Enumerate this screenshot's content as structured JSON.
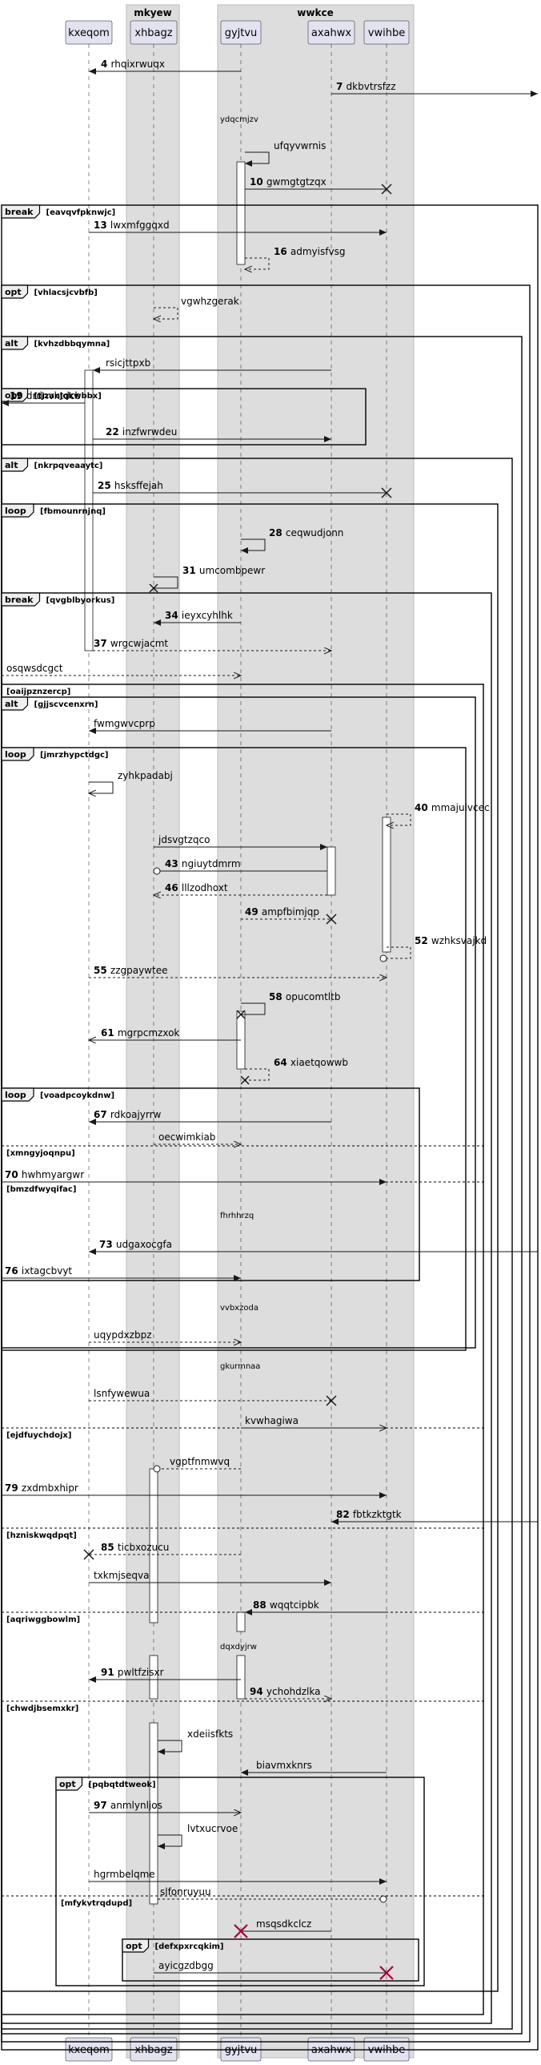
{
  "boxes": [
    {
      "id": "b1",
      "label": "mkyew"
    },
    {
      "id": "b2",
      "label": "wwkce"
    }
  ],
  "participants": [
    {
      "id": "p1",
      "label": "kxeqom"
    },
    {
      "id": "p2",
      "label": "xhbagz"
    },
    {
      "id": "p3",
      "label": "gyjtvu"
    },
    {
      "id": "p4",
      "label": "axahwx"
    },
    {
      "id": "p5",
      "label": "vwihbe"
    }
  ],
  "messages": [
    {
      "num": "4",
      "text": "rhqixrwuqx"
    },
    {
      "num": "7",
      "text": "dkbvtrsfzz"
    },
    {
      "num": "",
      "text": "ydqcmjzv"
    },
    {
      "num": "",
      "text": "ufqyvwrnis"
    },
    {
      "num": "10",
      "text": "gwmgtgtzqx"
    },
    {
      "num": "13",
      "text": "lwxmfggqxd"
    },
    {
      "num": "16",
      "text": "admyisfvsg"
    },
    {
      "num": "",
      "text": "vgwhzgerak"
    },
    {
      "num": "",
      "text": "rsicjttpxb"
    },
    {
      "num": "19",
      "text": "drdnvktdcb"
    },
    {
      "num": "22",
      "text": "inzfwrwdeu"
    },
    {
      "num": "25",
      "text": "hsksffejah"
    },
    {
      "num": "28",
      "text": "ceqwudjonn"
    },
    {
      "num": "31",
      "text": "umcombpewr"
    },
    {
      "num": "34",
      "text": "ieyxcyhlhk"
    },
    {
      "num": "37",
      "text": "wrgcwjacmt"
    },
    {
      "num": "",
      "text": "osqwsdcgct"
    },
    {
      "num": "",
      "text": "fwmgwvcprp"
    },
    {
      "num": "",
      "text": "zyhkpadabj"
    },
    {
      "num": "40",
      "text": "mmajulvcec"
    },
    {
      "num": "",
      "text": "jdsvgtzqco"
    },
    {
      "num": "43",
      "text": "ngiuytdmrm"
    },
    {
      "num": "46",
      "text": "lllzodhoxt"
    },
    {
      "num": "49",
      "text": "ampfbimjqp"
    },
    {
      "num": "52",
      "text": "wzhksvajkd"
    },
    {
      "num": "55",
      "text": "zzgpaywtee"
    },
    {
      "num": "58",
      "text": "opucomtltb"
    },
    {
      "num": "61",
      "text": "mgrpcmzxok"
    },
    {
      "num": "64",
      "text": "xiaetqowwb"
    },
    {
      "num": "67",
      "text": "rdkoajyrrw"
    },
    {
      "num": "",
      "text": "oecwimkiab"
    },
    {
      "num": "70",
      "text": "hwhmyargwr"
    },
    {
      "num": "",
      "text": "fhrhhrzq"
    },
    {
      "num": "73",
      "text": "udgaxocgfa"
    },
    {
      "num": "76",
      "text": "ixtagcbvyt"
    },
    {
      "num": "",
      "text": "vvbxzoda"
    },
    {
      "num": "",
      "text": "uqypdxzbpz"
    },
    {
      "num": "",
      "text": "gkurmnaa"
    },
    {
      "num": "",
      "text": "lsnfywewua"
    },
    {
      "num": "",
      "text": "kvwhagiwa"
    },
    {
      "num": "",
      "text": "vgptfnmwvq"
    },
    {
      "num": "79",
      "text": "zxdmbxhipr"
    },
    {
      "num": "82",
      "text": "fbtkzktgtk"
    },
    {
      "num": "85",
      "text": "ticbxozucu"
    },
    {
      "num": "",
      "text": "txkmjseqva"
    },
    {
      "num": "88",
      "text": "wqqtcipbk"
    },
    {
      "num": "",
      "text": "dqxdyjrw"
    },
    {
      "num": "91",
      "text": "pwltfzisxr"
    },
    {
      "num": "94",
      "text": "ychohdzlka"
    },
    {
      "num": "",
      "text": "xdeiisfkts"
    },
    {
      "num": "",
      "text": "biavmxknrs"
    },
    {
      "num": "97",
      "text": "anmlynljos"
    },
    {
      "num": "",
      "text": "lvtxucrvoe"
    },
    {
      "num": "",
      "text": "hgrmbelqme"
    },
    {
      "num": "",
      "text": "slfonruyuu"
    },
    {
      "num": "",
      "text": "msqsdkclcz"
    },
    {
      "num": "",
      "text": "ayicgzdbgg"
    }
  ],
  "fragments": [
    {
      "kind": "break",
      "cond": "[eavqvfpknwjc]"
    },
    {
      "kind": "opt",
      "cond": "[vhlacsjcvbfb]"
    },
    {
      "kind": "alt",
      "cond": "[kvhzdbbqymna]"
    },
    {
      "kind": "opt",
      "cond": "[tjzanjqkwbbx]"
    },
    {
      "kind": "alt",
      "cond": "[nkrpqveaaytc]"
    },
    {
      "kind": "loop",
      "cond": "[fbmounrnjnq]"
    },
    {
      "kind": "break",
      "cond": "[qvgblbyorkus]"
    },
    {
      "kind": "",
      "cond": "[oaijpznzercp]"
    },
    {
      "kind": "alt",
      "cond": "[gjjscvcenxrn]"
    },
    {
      "kind": "loop",
      "cond": "[jmrzhypctdgc]"
    },
    {
      "kind": "loop",
      "cond": "[voadpcoykdnw]"
    },
    {
      "kind": "",
      "cond": "[xmngyjoqnpu]"
    },
    {
      "kind": "",
      "cond": "[bmzdfwyqifac]"
    },
    {
      "kind": "",
      "cond": "[ejdfuychdojx]"
    },
    {
      "kind": "",
      "cond": "[hzniskwqdpqt]"
    },
    {
      "kind": "",
      "cond": "[aqriwggbowlm]"
    },
    {
      "kind": "",
      "cond": "[chwdjbsemxkr]"
    },
    {
      "kind": "opt",
      "cond": "[pqbqtdtweok]"
    },
    {
      "kind": "",
      "cond": "[mfykvtrqdupd]"
    },
    {
      "kind": "opt",
      "cond": "[defxpxrcqkim]"
    }
  ]
}
